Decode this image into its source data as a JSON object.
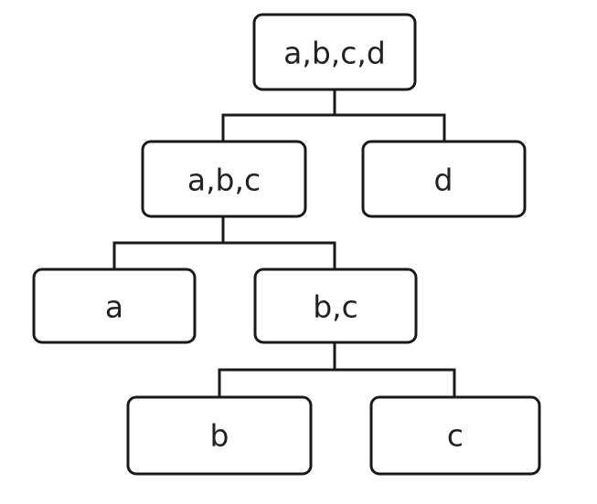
{
  "diagram": {
    "type": "tree",
    "nodes": {
      "root": {
        "label": "a,b,c,d"
      },
      "abc": {
        "label": "a,b,c"
      },
      "d": {
        "label": "d"
      },
      "a": {
        "label": "a"
      },
      "bc": {
        "label": "b,c"
      },
      "b": {
        "label": "b"
      },
      "c": {
        "label": "c"
      }
    },
    "edges": [
      {
        "from": "root",
        "to": "abc"
      },
      {
        "from": "root",
        "to": "d"
      },
      {
        "from": "abc",
        "to": "a"
      },
      {
        "from": "abc",
        "to": "bc"
      },
      {
        "from": "bc",
        "to": "b"
      },
      {
        "from": "bc",
        "to": "c"
      }
    ]
  }
}
